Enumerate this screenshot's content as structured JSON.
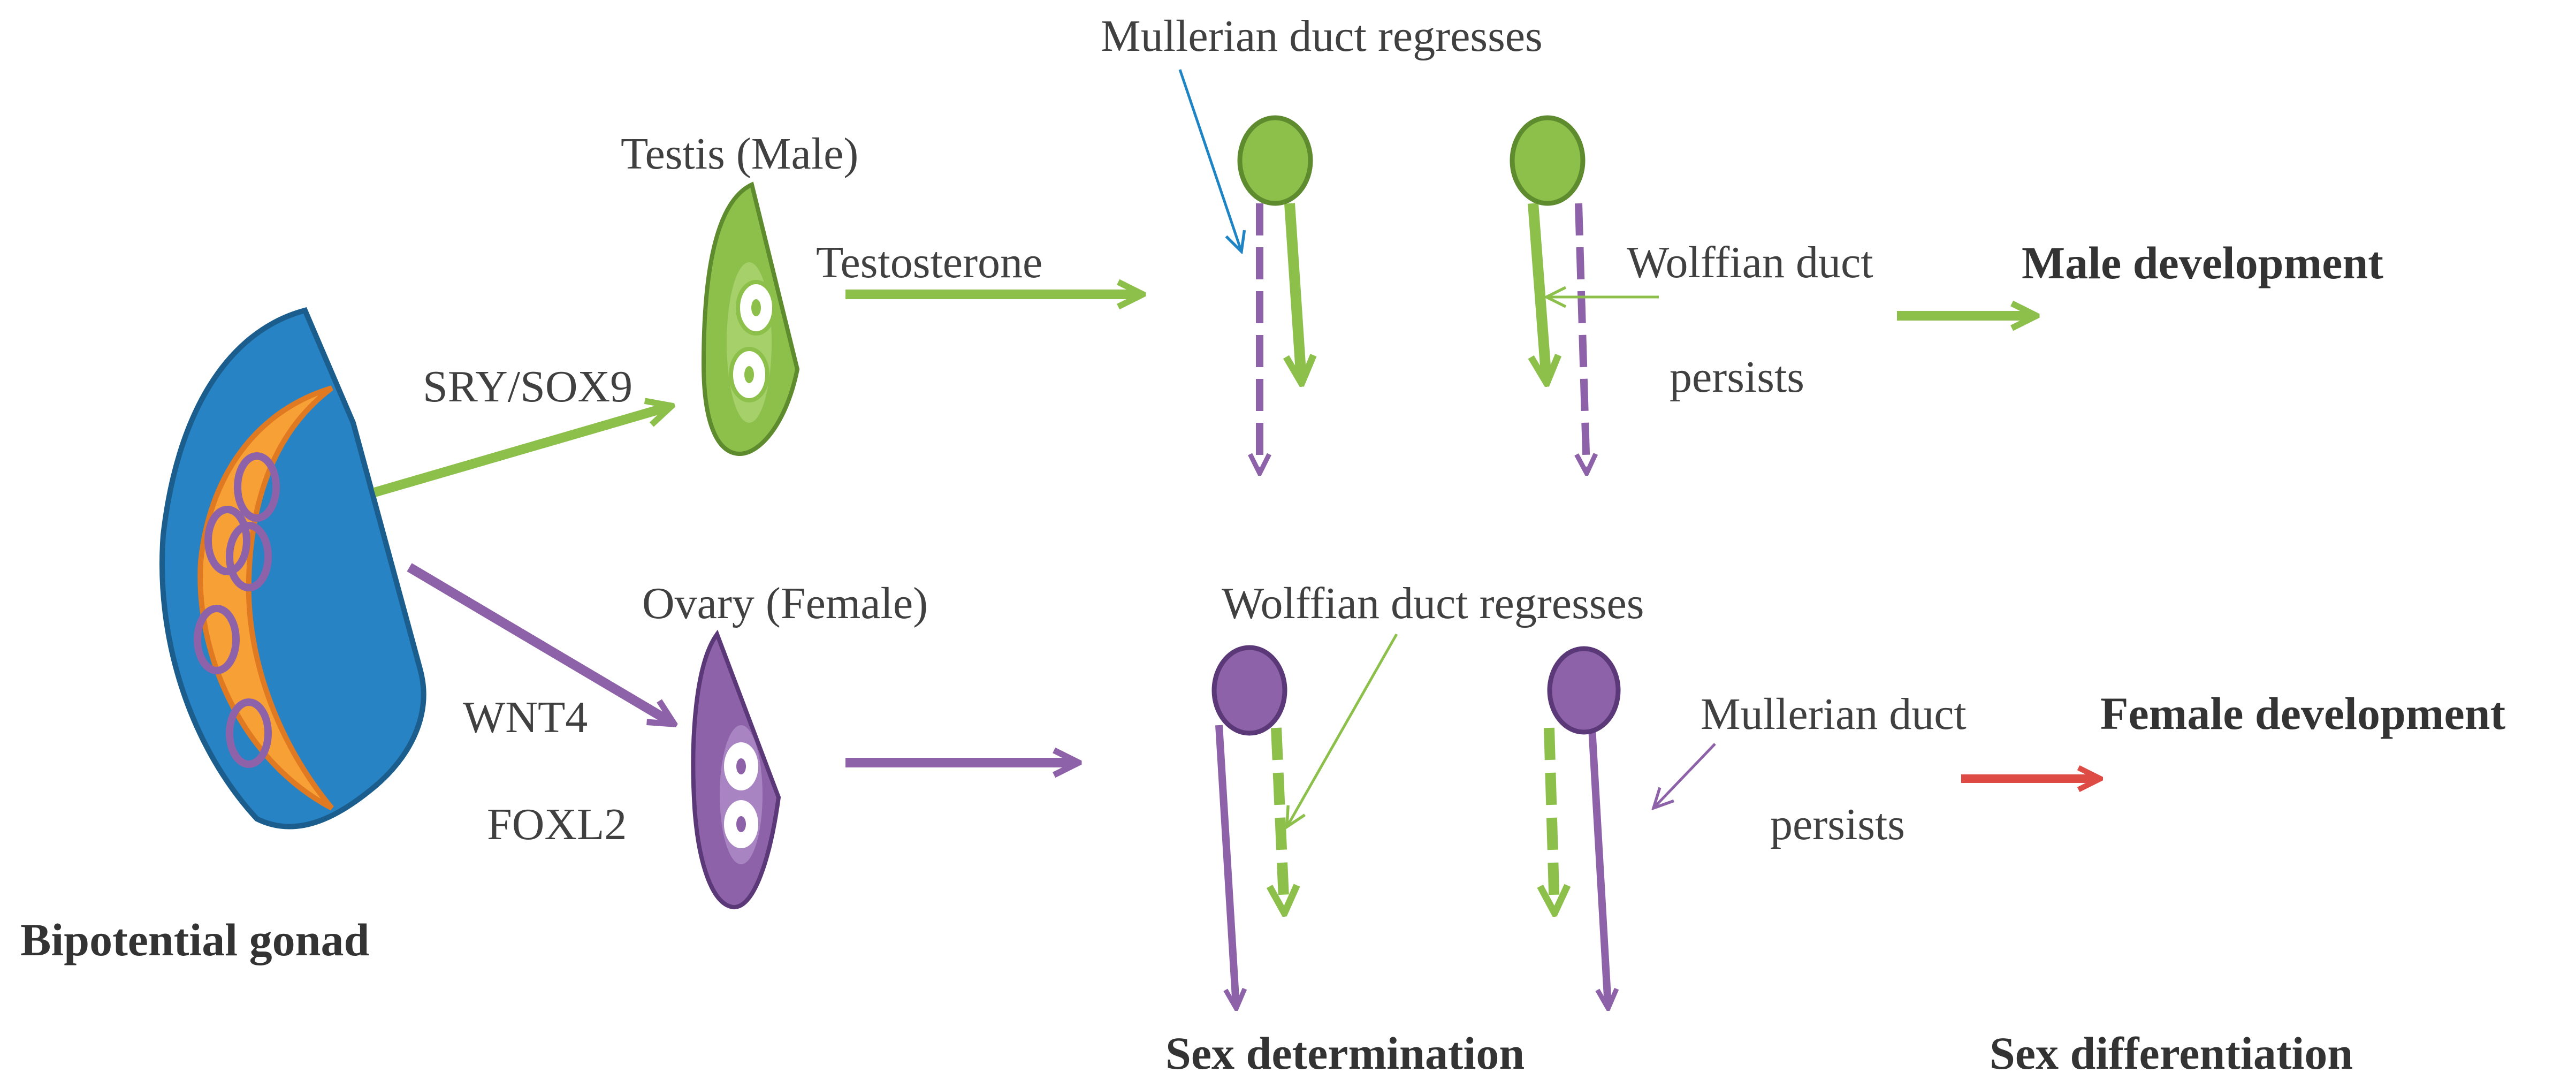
{
  "colors": {
    "green": "#8DC04B",
    "green_dark": "#5E8B2E",
    "purple": "#8E62A9",
    "purple_dark": "#5B3878",
    "blue": "#2783C4",
    "blue_dark": "#1B5E8E",
    "orange": "#F7A036",
    "orange_dark": "#E07A22",
    "red": "#DE4B45",
    "thin_blue": "#1F84C4",
    "text": "#404040"
  },
  "labels": {
    "testis": "Testis (Male)",
    "ovary": "Ovary (Female)",
    "sry_sox9": "SRY/SOX9",
    "wnt4": "WNT4",
    "foxl2": "FOXL2",
    "testosterone": "Testosterone",
    "mullerian_regresses": "Mullerian duct regresses",
    "wolffian_duct": "Wolffian duct",
    "persists_top": "persists",
    "male_development": "Male development",
    "wolffian_regresses": "Wolffian duct regresses",
    "mullerian_duct": "Mullerian duct",
    "persists_bottom": "persists",
    "female_development": "Female development",
    "bipotential_gonad": "Bipotential gonad",
    "sex_determination": "Sex determination",
    "sex_differentiation": "Sex differentiation"
  },
  "icons": {
    "gonad": "bipotential-gonad-icon",
    "testis": "testis-icon",
    "ovary": "ovary-icon",
    "male_duct_stage1": "duct-pair-icon",
    "male_duct_stage2": "duct-pair-icon",
    "female_duct_stage1": "duct-pair-icon",
    "female_duct_stage2": "duct-pair-icon"
  }
}
